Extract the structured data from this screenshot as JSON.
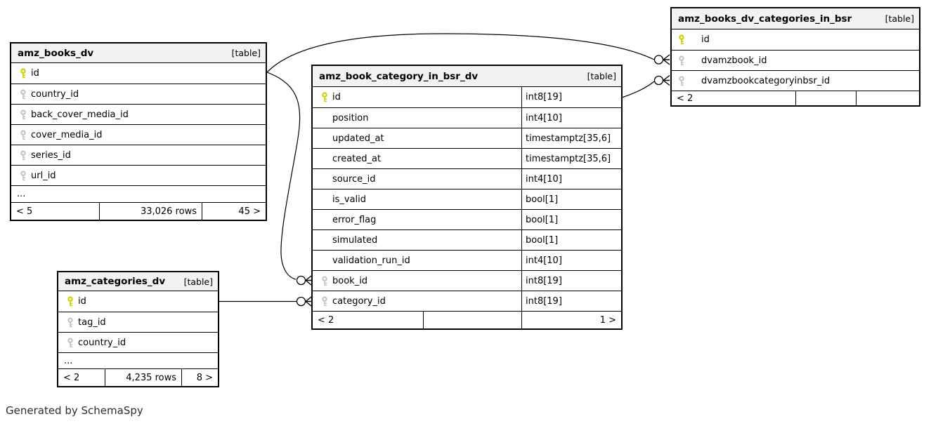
{
  "page": {
    "caption": "Generated by SchemaSpy"
  },
  "colors": {
    "background": "#ffffff",
    "table_header_bg": "#f2f2f2",
    "border": "#000000",
    "primary_key_icon": "#cfd002",
    "foreign_key_icon": "#c4c4c4",
    "caption_text": "#2e2e2e"
  },
  "tables": [
    {
      "id": "amz_books_dv",
      "title": "amz_books_dv",
      "badge": "[table]",
      "columns": [
        {
          "name": "id",
          "key": "primary"
        },
        {
          "name": "country_id",
          "key": "foreign"
        },
        {
          "name": "back_cover_media_id",
          "key": "foreign"
        },
        {
          "name": "cover_media_id",
          "key": "foreign"
        },
        {
          "name": "series_id",
          "key": "foreign"
        },
        {
          "name": "url_id",
          "key": "foreign"
        },
        {
          "name": "...",
          "key": "none"
        }
      ],
      "footer": {
        "left": "< 5",
        "middle": "33,026 rows",
        "right": "45 >"
      }
    },
    {
      "id": "amz_book_category_in_bsr_dv",
      "title": "amz_book_category_in_bsr_dv",
      "badge": "[table]",
      "columns": [
        {
          "name": "id",
          "type": "int8[19]",
          "key": "primary"
        },
        {
          "name": "position",
          "type": "int4[10]",
          "key": "none"
        },
        {
          "name": "updated_at",
          "type": "timestamptz[35,6]",
          "key": "none"
        },
        {
          "name": "created_at",
          "type": "timestamptz[35,6]",
          "key": "none"
        },
        {
          "name": "source_id",
          "type": "int4[10]",
          "key": "none"
        },
        {
          "name": "is_valid",
          "type": "bool[1]",
          "key": "none"
        },
        {
          "name": "error_flag",
          "type": "bool[1]",
          "key": "none"
        },
        {
          "name": "simulated",
          "type": "bool[1]",
          "key": "none"
        },
        {
          "name": "validation_run_id",
          "type": "int4[10]",
          "key": "none"
        },
        {
          "name": "book_id",
          "type": "int8[19]",
          "key": "foreign"
        },
        {
          "name": "category_id",
          "type": "int8[19]",
          "key": "foreign"
        }
      ],
      "footer": {
        "left": "< 2",
        "middle": "",
        "right": "1 >"
      }
    },
    {
      "id": "amz_books_dv_categories_in_bsr",
      "title": "amz_books_dv_categories_in_bsr",
      "badge": "[table]",
      "columns": [
        {
          "name": "id",
          "key": "primary"
        },
        {
          "name": "dvamzbook_id",
          "key": "foreign"
        },
        {
          "name": "dvamzbookcategoryinbsr_id",
          "key": "foreign"
        }
      ],
      "footer": {
        "left": "< 2",
        "middle": "",
        "right": ""
      }
    },
    {
      "id": "amz_categories_dv",
      "title": "amz_categories_dv",
      "badge": "[table]",
      "columns": [
        {
          "name": "id",
          "key": "primary"
        },
        {
          "name": "tag_id",
          "key": "foreign"
        },
        {
          "name": "country_id",
          "key": "foreign"
        },
        {
          "name": "...",
          "key": "none"
        }
      ],
      "footer": {
        "left": "< 2",
        "middle": "4,235 rows",
        "right": "8 >"
      }
    }
  ],
  "relationships": [
    {
      "from": "amz_books_dv.id",
      "to": "amz_books_dv_categories_in_bsr.dvamzbook_id",
      "end_marker": "zero-or-many"
    },
    {
      "from": "amz_book_category_in_bsr_dv.id",
      "to": "amz_books_dv_categories_in_bsr.dvamzbookcategoryinbsr_id",
      "end_marker": "zero-or-many"
    },
    {
      "from": "amz_books_dv.id",
      "to": "amz_book_category_in_bsr_dv.book_id",
      "end_marker": "zero-or-many"
    },
    {
      "from": "amz_categories_dv.id",
      "to": "amz_book_category_in_bsr_dv.category_id",
      "end_marker": "zero-or-many"
    }
  ]
}
